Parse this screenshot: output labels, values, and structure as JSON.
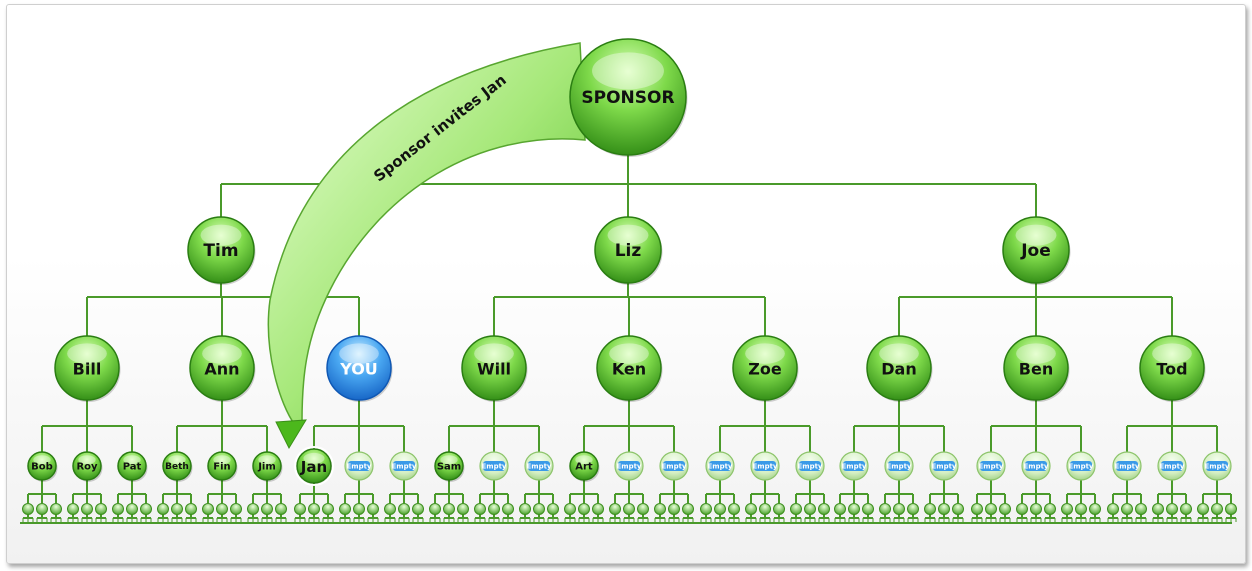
{
  "sponsor": {
    "label": "SPONSOR"
  },
  "arrow": {
    "caption": "Sponsor invites Jan"
  },
  "level1": [
    {
      "label": "Tim"
    },
    {
      "label": "Liz"
    },
    {
      "label": "Joe"
    }
  ],
  "level2": [
    {
      "label": "Bill",
      "kind": "member"
    },
    {
      "label": "Ann",
      "kind": "member"
    },
    {
      "label": "YOU",
      "kind": "you"
    },
    {
      "label": "Will",
      "kind": "member"
    },
    {
      "label": "Ken",
      "kind": "member"
    },
    {
      "label": "Zoe",
      "kind": "member"
    },
    {
      "label": "Dan",
      "kind": "member"
    },
    {
      "label": "Ben",
      "kind": "member"
    },
    {
      "label": "Tod",
      "kind": "member"
    }
  ],
  "level3": [
    {
      "label": "Bob",
      "kind": "member"
    },
    {
      "label": "Roy",
      "kind": "member"
    },
    {
      "label": "Pat",
      "kind": "member"
    },
    {
      "label": "Beth",
      "kind": "member"
    },
    {
      "label": "Fin",
      "kind": "member"
    },
    {
      "label": "Jim",
      "kind": "member"
    },
    {
      "label": "Jan",
      "kind": "invited"
    },
    {
      "label": "Empty",
      "kind": "empty"
    },
    {
      "label": "Empty",
      "kind": "empty"
    },
    {
      "label": "Sam",
      "kind": "member"
    },
    {
      "label": "Empty",
      "kind": "empty"
    },
    {
      "label": "Empty",
      "kind": "empty"
    },
    {
      "label": "Art",
      "kind": "member"
    },
    {
      "label": "Empty",
      "kind": "empty"
    },
    {
      "label": "Empty",
      "kind": "empty"
    },
    {
      "label": "Empty",
      "kind": "empty"
    },
    {
      "label": "Empty",
      "kind": "empty"
    },
    {
      "label": "Empty",
      "kind": "empty"
    },
    {
      "label": "Empty",
      "kind": "empty"
    },
    {
      "label": "Empty",
      "kind": "empty"
    },
    {
      "label": "Empty",
      "kind": "empty"
    },
    {
      "label": "Empty",
      "kind": "empty"
    },
    {
      "label": "Empty",
      "kind": "empty"
    },
    {
      "label": "Empty",
      "kind": "empty"
    },
    {
      "label": "Empty",
      "kind": "empty"
    },
    {
      "label": "Empty",
      "kind": "empty"
    },
    {
      "label": "Empty",
      "kind": "empty"
    }
  ],
  "colors": {
    "line": "#4a9a2a",
    "node_light": "#b8f28a",
    "node_mid": "#5cc62c",
    "node_dark": "#2f8a14",
    "you_light": "#9fd8ff",
    "you_dark": "#1c78d8",
    "empty_fill": "#d8f2c6",
    "empty_badge": "#3a9ae8",
    "text": "#111111"
  }
}
